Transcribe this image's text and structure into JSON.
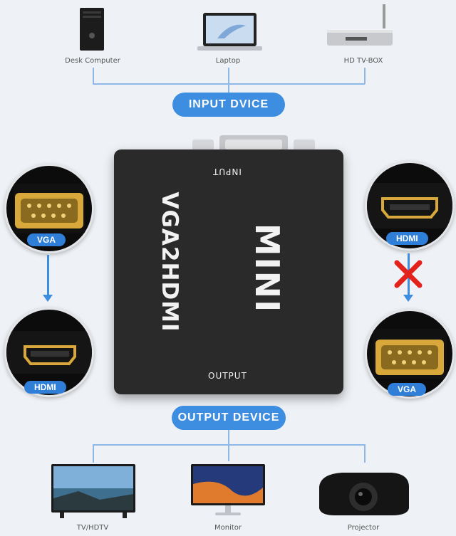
{
  "devices_input": [
    {
      "label": "Desk Computer",
      "icon": "desktop-tower-icon"
    },
    {
      "label": "Laptop",
      "icon": "laptop-icon"
    },
    {
      "label": "HD TV-BOX",
      "icon": "tv-box-icon"
    }
  ],
  "input_title": "INPUT DVICE",
  "output_title": "OUTPUT DEVICE",
  "adapter": {
    "input_label": "INPUT",
    "brand": "VGA2HDMI",
    "model": "MINI",
    "output_label": "OUTPUT"
  },
  "left_flow": {
    "top_label": "VGA",
    "bottom_label": "HDMI"
  },
  "right_flow": {
    "top_label": "HDMI",
    "bottom_label": "VGA",
    "blocked_icon": "red-x-icon"
  },
  "devices_output": [
    {
      "label": "TV/HDTV",
      "icon": "tv-icon"
    },
    {
      "label": "Monitor",
      "icon": "monitor-icon"
    },
    {
      "label": "Projector",
      "icon": "projector-icon"
    }
  ],
  "colors": {
    "accent": "#3d8de0",
    "box": "#2a2a2b",
    "cross": "#e3221c",
    "gold": "#d8a93a"
  }
}
